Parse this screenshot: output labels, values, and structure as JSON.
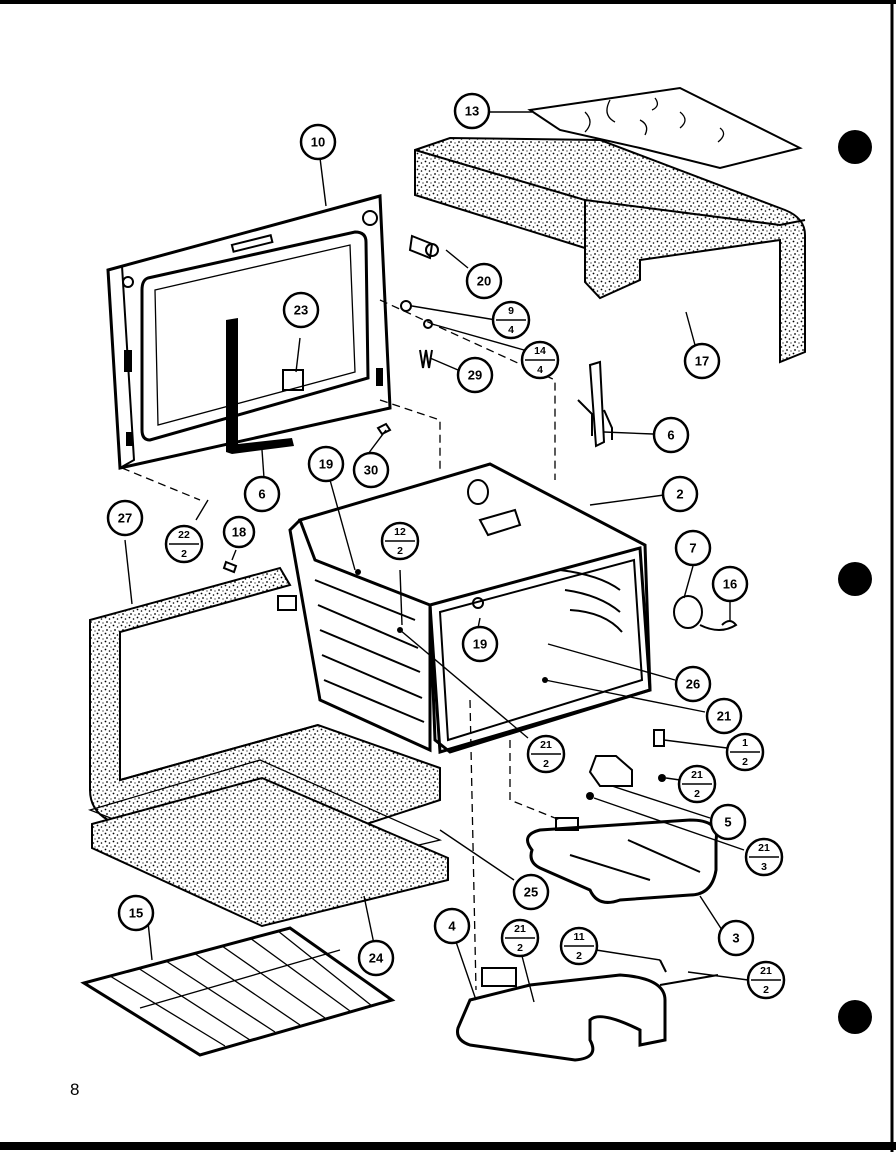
{
  "page": {
    "number": "8"
  },
  "callouts": {
    "c2": "2",
    "c3": "3",
    "c4": "4",
    "c5": "5",
    "c6a": "6",
    "c6b": "6",
    "c7": "7",
    "c10": "10",
    "c13": "13",
    "c15": "15",
    "c16": "16",
    "c17": "17",
    "c18": "18",
    "c19a": "19",
    "c19b": "19",
    "c20": "20",
    "c21a": "21",
    "c23": "23",
    "c24": "24",
    "c25": "25",
    "c26": "26",
    "c27": "27",
    "c29": "29",
    "c30": "30"
  },
  "fractions": {
    "f9_4": {
      "top": "9",
      "bottom": "4"
    },
    "f14_4": {
      "top": "14",
      "bottom": "4"
    },
    "f22_2": {
      "top": "22",
      "bottom": "2"
    },
    "f12_2": {
      "top": "12",
      "bottom": "2"
    },
    "f21_2a": {
      "top": "21",
      "bottom": "2"
    },
    "f1_2": {
      "top": "1",
      "bottom": "2"
    },
    "f21_2b": {
      "top": "21",
      "bottom": "2"
    },
    "f21_3": {
      "top": "21",
      "bottom": "3"
    },
    "f21_2c": {
      "top": "21",
      "bottom": "2"
    },
    "f11_2": {
      "top": "11",
      "bottom": "2"
    },
    "f21_2d": {
      "top": "21",
      "bottom": "2"
    }
  }
}
